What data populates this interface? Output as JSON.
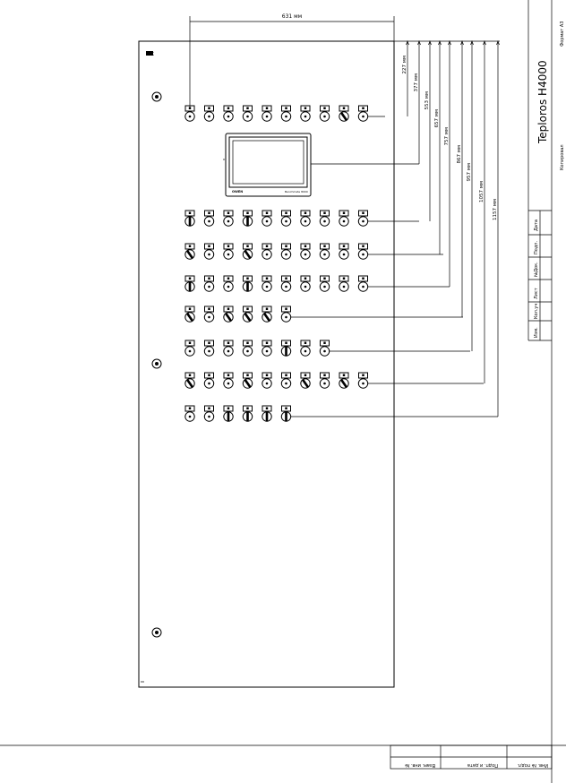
{
  "header": {
    "width_dim": "631 мм"
  },
  "stamp": {
    "title": "Teploros H4000",
    "format": "Формат  А3",
    "copied": "Копировал",
    "cells": [
      "Изм.",
      "Кол.уч",
      "Лист",
      "№Док.",
      "Подп.",
      "Дата"
    ]
  },
  "bottom_table": [
    "Взам. инв. №",
    "Подп. и дата",
    "Инв. № подл."
  ],
  "dimensions": [
    "227 мм",
    "377 мм",
    "553 мм",
    "657 мм",
    "757 мм",
    "867 мм",
    "957 мм",
    "1057 мм",
    "1157 мм"
  ],
  "hmi": {
    "brand": "OWEN",
    "model": "Benchmate 8000"
  },
  "rows": [
    {
      "count": 10,
      "kinds": "LLLLLLLLSL"
    },
    {
      "count": 10,
      "kinds": "SLLSLLLLLL"
    },
    {
      "count": 10,
      "kinds": "SLLSLLLLLL"
    },
    {
      "count": 10,
      "kinds": "SLLSLLLLLL"
    },
    {
      "count": 6,
      "kinds": "SLSSSL"
    },
    {
      "count": 8,
      "kinds": "LLLLLSLL"
    },
    {
      "count": 10,
      "kinds": "SLLSLLSLSL"
    },
    {
      "count": 6,
      "kinds": "LLSSSS"
    }
  ],
  "panel_id": "ШК"
}
